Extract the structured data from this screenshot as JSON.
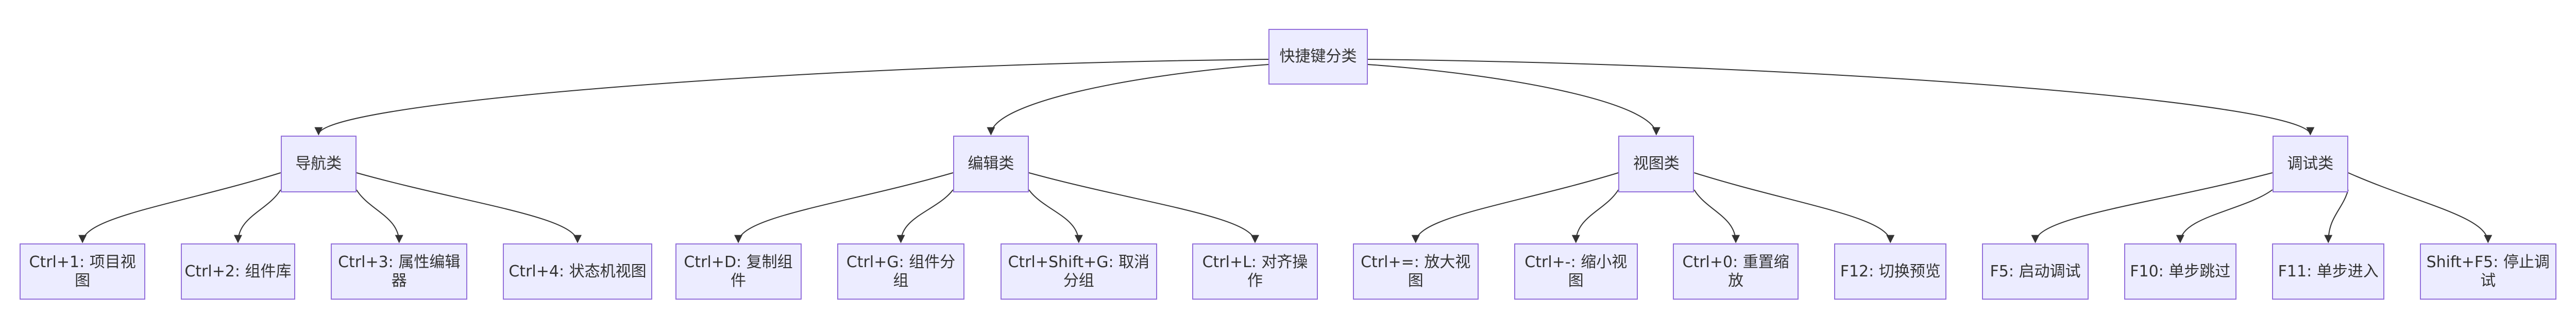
{
  "colors": {
    "node_fill": "#ECECFF",
    "node_stroke": "#9370DB",
    "edge": "#333333",
    "text": "#333333"
  },
  "root": {
    "label": "快捷键分类"
  },
  "groups": [
    {
      "label": "导航类",
      "items": [
        "Ctrl+1: 项目视图",
        "Ctrl+2: 组件库",
        "Ctrl+3: 属性编辑器",
        "Ctrl+4: 状态机视图"
      ]
    },
    {
      "label": "编辑类",
      "items": [
        "Ctrl+D: 复制组件",
        "Ctrl+G: 组件分组",
        "Ctrl+Shift+G: 取消分组",
        "Ctrl+L: 对齐操作"
      ]
    },
    {
      "label": "视图类",
      "items": [
        "Ctrl+=: 放大视图",
        "Ctrl+-: 缩小视图",
        "Ctrl+0: 重置缩放",
        "F12: 切换预览"
      ]
    },
    {
      "label": "调试类",
      "items": [
        "F5: 启动调试",
        "F10: 单步跳过",
        "F11: 单步进入",
        "Shift+F5: 停止调试"
      ]
    }
  ]
}
